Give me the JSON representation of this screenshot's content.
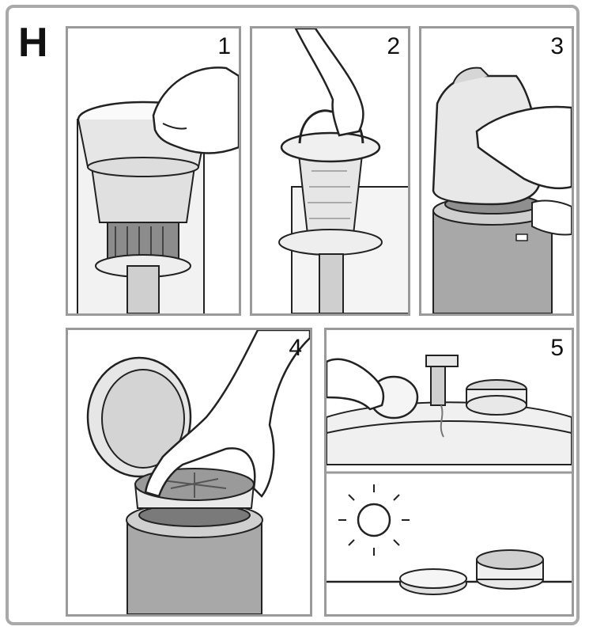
{
  "section_label": "H",
  "steps": [
    {
      "number": "1",
      "icon": "remove-bin-lid-icon"
    },
    {
      "number": "2",
      "icon": "lift-filter-handle-icon"
    },
    {
      "number": "3",
      "icon": "open-cover-icon"
    },
    {
      "number": "4",
      "icon": "remove-filter-icon"
    },
    {
      "number": "5",
      "icon": "wash-and-dry-filter-icon"
    }
  ],
  "colors": {
    "frame": "#a9a9a9",
    "line": "#222222",
    "fill_light": "#e6e6e6",
    "fill_mid": "#cfcfcf",
    "fill_dark": "#8c8c8c"
  }
}
